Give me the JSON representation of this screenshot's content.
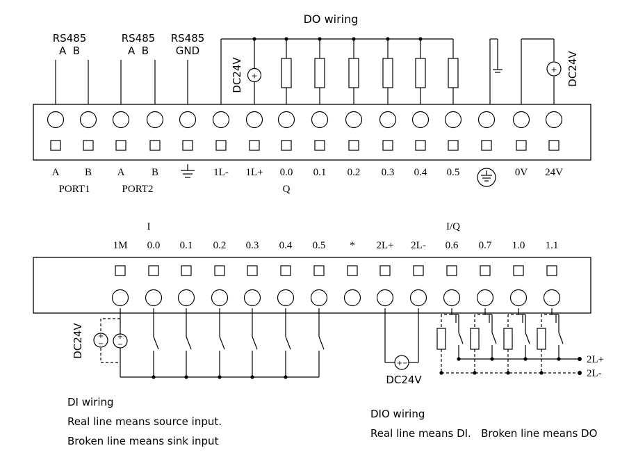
{
  "titles": {
    "do_wiring": "DO wiring",
    "di_wiring": "DI wiring",
    "dio_wiring": "DIO wiring"
  },
  "notes": {
    "di_source": "Real line means source input.",
    "di_sink": "Broken line means sink input",
    "dio_legend": "Real line means DI.   Broken line means DO"
  },
  "top_header": {
    "rs485_a": "RS485",
    "rs485_a_sub": "A  B",
    "rs485_b": "RS485",
    "rs485_b_sub": "A  B",
    "rs485_gnd": "RS485",
    "rs485_gnd_sub": "GND"
  },
  "top_terminals": [
    "A",
    "B",
    "A",
    "B",
    "",
    "1L-",
    "1L+",
    "0.0",
    "0.1",
    "0.2",
    "0.3",
    "0.4",
    "0.5",
    "",
    "0V",
    "24V"
  ],
  "top_groups": {
    "port1": "PORT1",
    "port2": "PORT2",
    "q": "Q"
  },
  "supply_labels": {
    "do_left": "DC24V",
    "do_right": "DC24V",
    "di": "DC24V",
    "dio": "DC24V"
  },
  "bottom_header": {
    "i": "I",
    "iq": "I/Q"
  },
  "bottom_terminals": [
    "1M",
    "0.0",
    "0.1",
    "0.2",
    "0.3",
    "0.4",
    "0.5",
    "*",
    "2L+",
    "2L-",
    "0.6",
    "0.7",
    "1.0",
    "1.1"
  ],
  "bus_labels": {
    "pos": "2L+",
    "neg": "2L-"
  }
}
